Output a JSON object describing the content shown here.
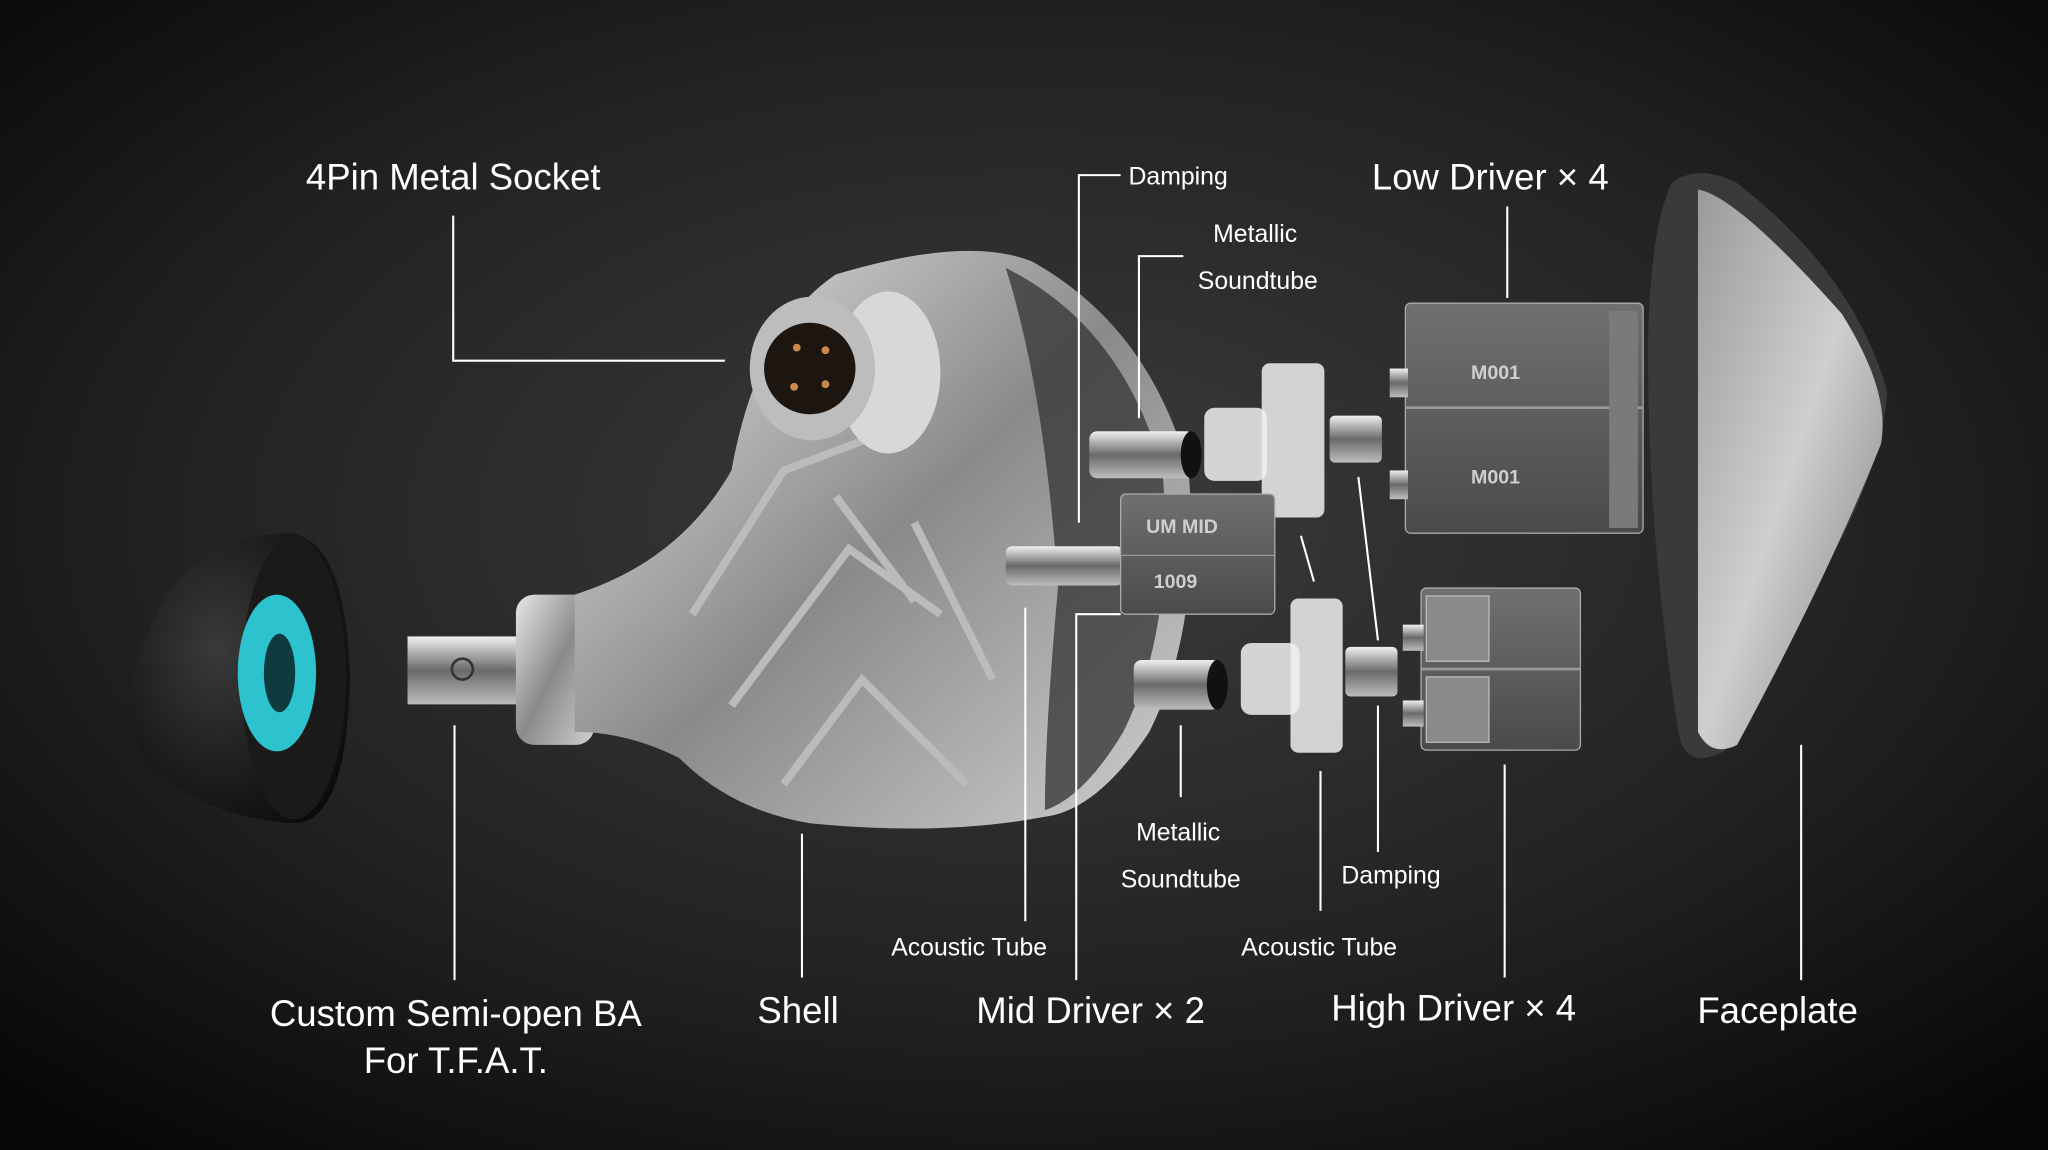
{
  "title": "Exploded view of in-ear monitor",
  "labels": {
    "socket": "4Pin Metal Socket",
    "damping_top": "Damping",
    "metallic_top_1": "Metallic",
    "metallic_top_2": "Soundtube",
    "low_driver": "Low Driver × 4",
    "custom_ba_1": "Custom Semi-open BA",
    "custom_ba_2": "For T.F.A.T.",
    "shell": "Shell",
    "acoustic_tube_left": "Acoustic Tube",
    "mid_driver": "Mid Driver × 2",
    "metallic_bottom_1": "Metallic",
    "metallic_bottom_2": "Soundtube",
    "damping_bottom": "Damping",
    "acoustic_tube_right": "Acoustic Tube",
    "high_driver": "High Driver × 4",
    "faceplate": "Faceplate"
  },
  "engravings": {
    "low_driver_top": "M001",
    "low_driver_bottom": "M001",
    "mid_driver_top": "UM MID",
    "mid_driver_bottom": "1009"
  },
  "colors": {
    "accent_cyan": "#2cc3cf",
    "background": "#2a2a2a"
  }
}
